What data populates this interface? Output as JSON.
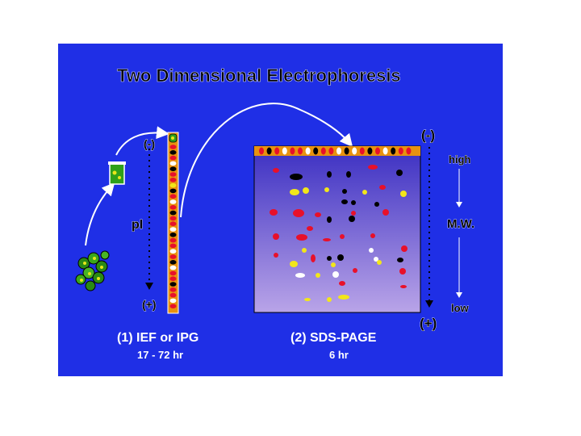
{
  "title": "Two Dimensional Electrophoresis",
  "labels": {
    "ief_minus": "(-)",
    "ief_plus": "(+)",
    "pi": "pI",
    "sds_minus": "(-)",
    "sds_plus": "(+)",
    "high": "high",
    "mw": "M.W.",
    "low": "low",
    "step1_title": "(1) IEF or IPG",
    "step1_time": "17 - 72 hr",
    "step2_title": "(2) SDS-PAGE",
    "step2_time": "6 hr"
  },
  "colors": {
    "slide_bg": "#1f2fe6",
    "gel_top": "#3b2fc2",
    "gel_bottom": "#b9a4e8",
    "spot_red": "#e8102a",
    "spot_black": "#000000",
    "spot_yellow": "#f2e61a",
    "spot_white": "#ffffff",
    "strip_orange": "#e8920f"
  }
}
